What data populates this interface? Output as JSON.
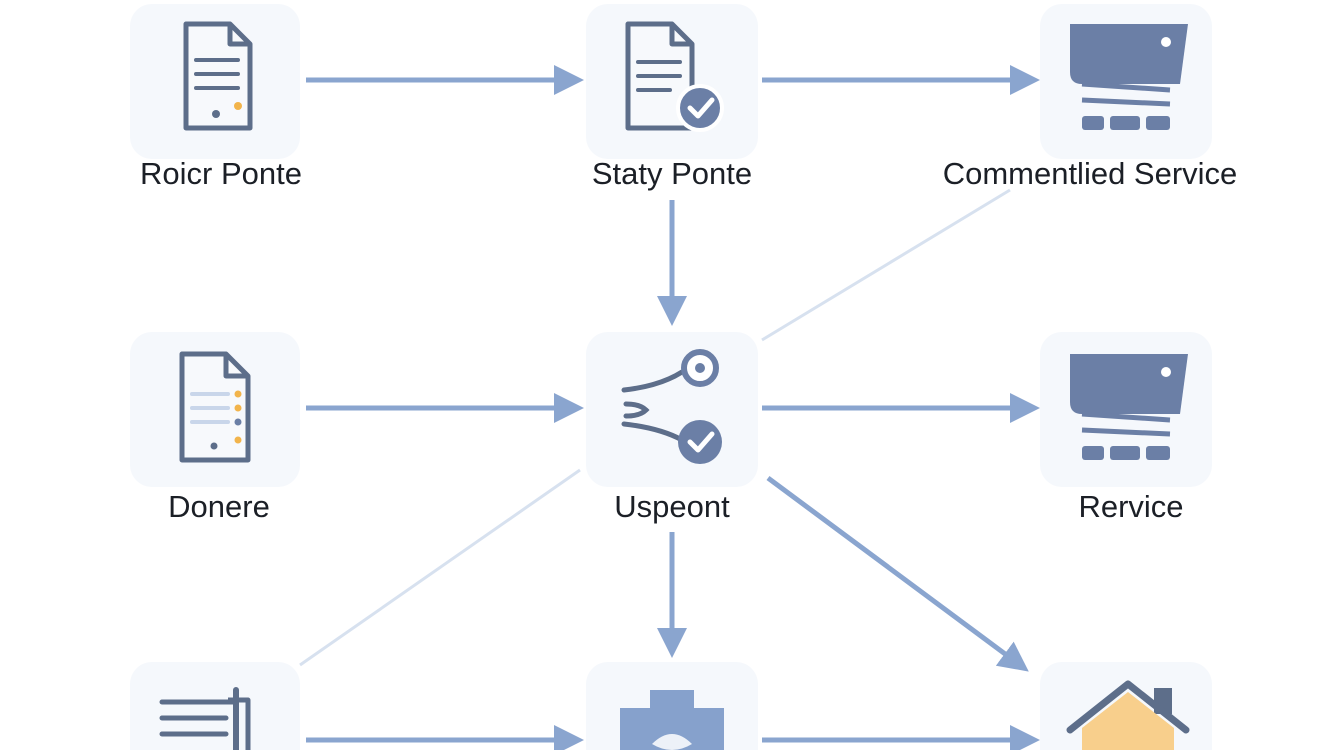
{
  "colors": {
    "background": "#ffffff",
    "node_tile": "#f5f8fc",
    "icon_stroke": "#5d6e8a",
    "icon_fill": "#6b7fa6",
    "arrow": "#8aa5cf",
    "arrow_faint": "#d7e1ef",
    "accent_orange": "#f2b44b",
    "house_fill": "#f8cf8c"
  },
  "nodes": [
    {
      "id": "roicr-ponte",
      "label": "Roicr Ponte",
      "icon": "document-icon"
    },
    {
      "id": "staty-ponte",
      "label": "Staty Ponte",
      "icon": "document-check-icon"
    },
    {
      "id": "commentlied-service",
      "label": "Commentlied Service",
      "icon": "cart-icon"
    },
    {
      "id": "donere",
      "label": "Donere",
      "icon": "document-list-icon"
    },
    {
      "id": "uspeont",
      "label": "Uspeont",
      "icon": "share-check-icon"
    },
    {
      "id": "rervice",
      "label": "Rervice",
      "icon": "cart-icon"
    },
    {
      "id": "bottom-left",
      "label": "",
      "icon": "notepad-icon"
    },
    {
      "id": "bottom-middle",
      "label": "",
      "icon": "medical-bag-icon"
    },
    {
      "id": "bottom-right",
      "label": "",
      "icon": "house-icon"
    }
  ],
  "edges": [
    {
      "from": "roicr-ponte",
      "to": "staty-ponte"
    },
    {
      "from": "staty-ponte",
      "to": "commentlied-service"
    },
    {
      "from": "staty-ponte",
      "to": "uspeont"
    },
    {
      "from": "donere",
      "to": "uspeont"
    },
    {
      "from": "uspeont",
      "to": "rervice"
    },
    {
      "from": "uspeont",
      "to": "bottom-middle"
    },
    {
      "from": "uspeont",
      "to": "bottom-right"
    },
    {
      "from": "bottom-left",
      "to": "bottom-middle"
    },
    {
      "from": "bottom-middle",
      "to": "bottom-right"
    }
  ]
}
